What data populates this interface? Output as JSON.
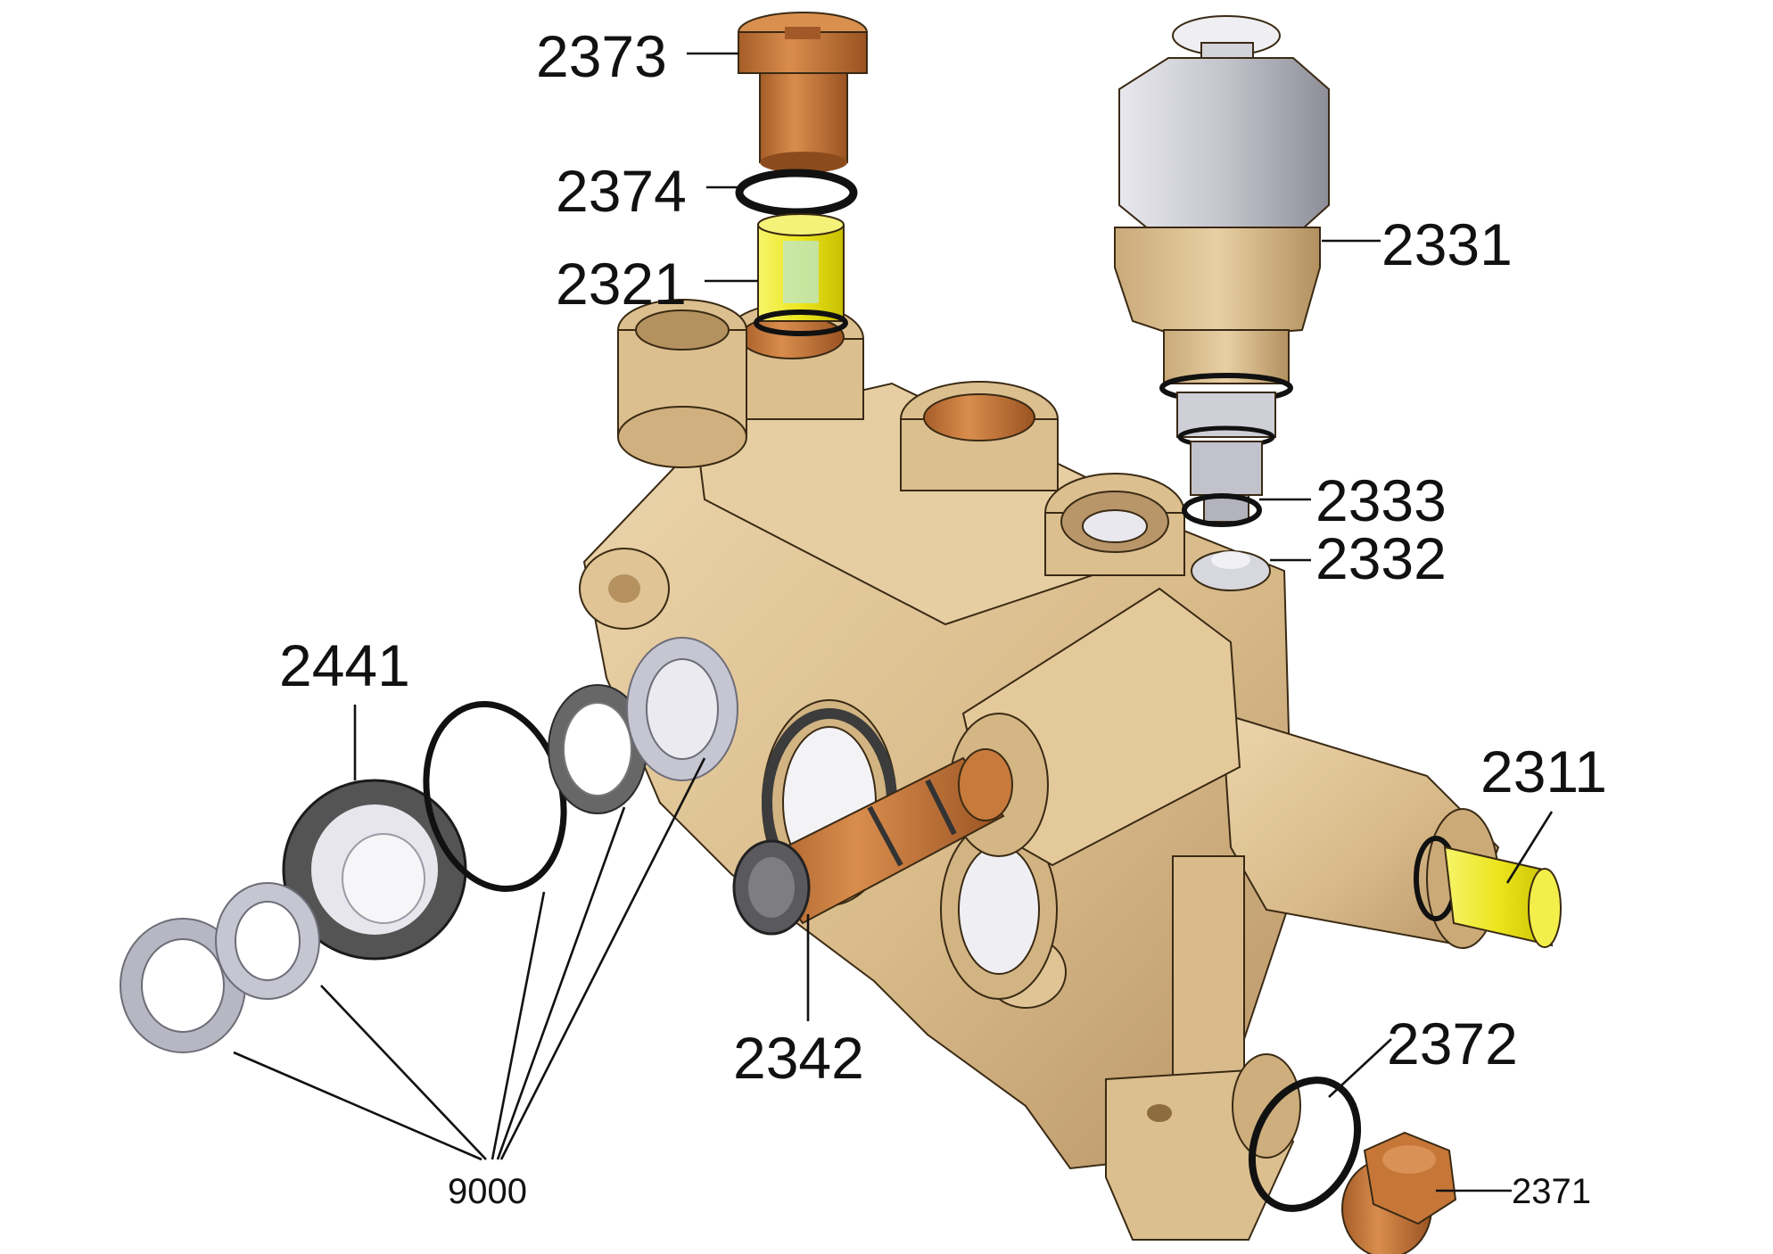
{
  "diagram": {
    "labels": {
      "p2373": "2373",
      "p2374": "2374",
      "p2321": "2321",
      "p2331": "2331",
      "p2333": "2333",
      "p2332": "2332",
      "p2441": "2441",
      "p2311": "2311",
      "p2342": "2342",
      "p2372": "2372",
      "p2371": "2371",
      "p9000": "9000"
    },
    "colors": {
      "housing": "#dcbf8f",
      "plug": "#c0743a",
      "valve_yellow": "#f2ee2a",
      "cap_silver": "#c9c9d0",
      "seal_dark": "#3c3c3c",
      "ring_light": "#b7b7c4",
      "oring": "#111111"
    }
  }
}
